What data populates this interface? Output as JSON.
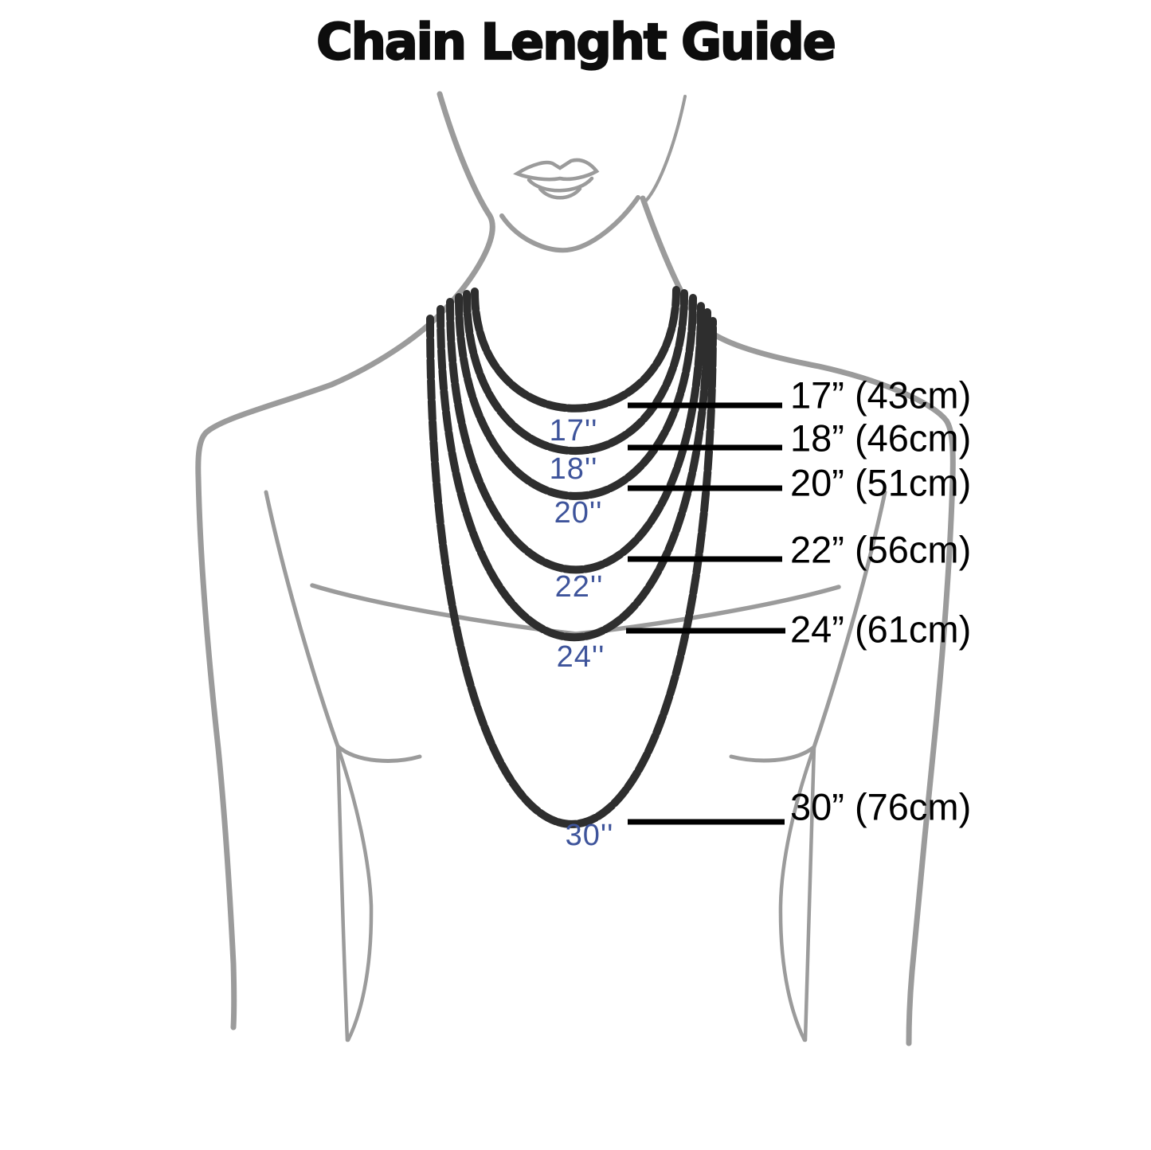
{
  "title": "Chain Lenght Guide",
  "colors": {
    "background": "#ffffff",
    "figure_outline": "#9b9b9b",
    "chain": "#2e2e2e",
    "leader_line": "#000000",
    "size_label": "#000000",
    "inner_size_label": "#3e549b",
    "title_color": "#0d0d0d"
  },
  "chains": [
    {
      "name": "17-inch",
      "inner_label": "17''",
      "label": "17” (43cm)"
    },
    {
      "name": "18-inch",
      "inner_label": "18''",
      "label": "18” (46cm)"
    },
    {
      "name": "20-inch",
      "inner_label": "20''",
      "label": "20” (51cm)"
    },
    {
      "name": "22-inch",
      "inner_label": "22''",
      "label": "22” (56cm)"
    },
    {
      "name": "24-inch",
      "inner_label": "24''",
      "label": "24” (61cm)"
    },
    {
      "name": "30-inch",
      "inner_label": "30''",
      "label": "30” (76cm)"
    }
  ]
}
